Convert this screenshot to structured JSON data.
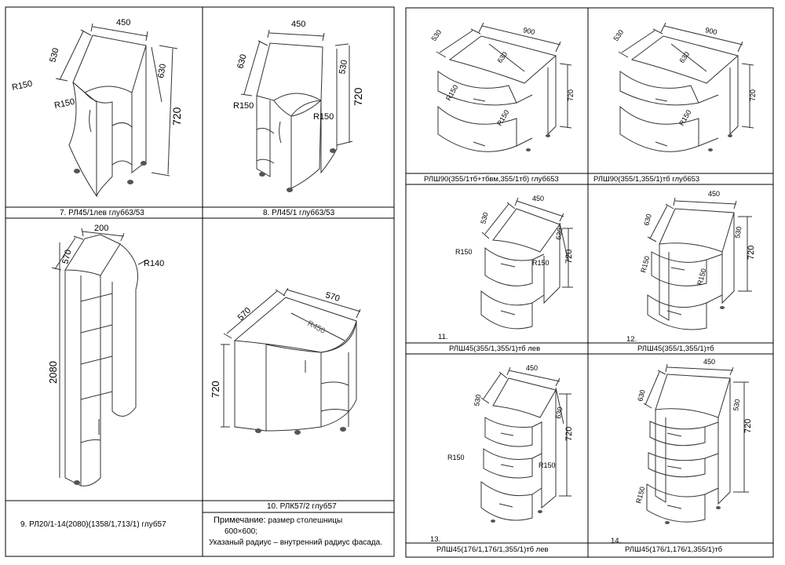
{
  "left_sheet": {
    "cells": [
      {
        "id": "c7",
        "dims": [
          "450",
          "530",
          "630",
          "720",
          "R150",
          "R150"
        ],
        "caption": "7.   РЛ45/1лев глуб63/53"
      },
      {
        "id": "c8",
        "dims": [
          "450",
          "630",
          "530",
          "720",
          "R150",
          "R150"
        ],
        "caption": "8.   РЛ45/1 глуб63/53"
      },
      {
        "id": "c9",
        "dims": [
          "200",
          "570",
          "R140",
          "2080"
        ],
        "caption": "9.   РЛ20/1-14(2080)(1358/1,713/1) глуб57"
      },
      {
        "id": "c10",
        "dims": [
          "570",
          "570",
          "R450",
          "720"
        ],
        "caption": "10. РЛК57/2 глуб57"
      }
    ],
    "note": {
      "label": "Примечание:",
      "line1": " размер столешницы",
      "line2": "600×600;",
      "line3": "Указаный радиус – внутренний радиус фасада."
    }
  },
  "right_sheet": {
    "cells": [
      {
        "id": "r1",
        "dims": [
          "900",
          "530",
          "630",
          "720",
          "R150",
          "R150"
        ],
        "caption": "РЛШ90(355/1тб+тбвм,355/1тб) глуб653"
      },
      {
        "id": "r2",
        "dims": [
          "900",
          "530",
          "630",
          "720",
          "R150"
        ],
        "caption": "РЛШ90(355/1,355/1)тб глуб653"
      },
      {
        "id": "r3",
        "num": "11.",
        "dims": [
          "450",
          "530",
          "630",
          "720",
          "R150",
          "R150"
        ],
        "caption": "РЛШ45(355/1,355/1)тб лев"
      },
      {
        "id": "r4",
        "num": "12.",
        "dims": [
          "450",
          "630",
          "530",
          "720",
          "R150",
          "R150"
        ],
        "caption": "РЛШ45(355/1,355/1)тб"
      },
      {
        "id": "r5",
        "num": "13.",
        "dims": [
          "450",
          "530",
          "630",
          "720",
          "R150",
          "R150"
        ],
        "caption": "РЛШ45(176/1,176/1,355/1)тб лев"
      },
      {
        "id": "r6",
        "num": "14.",
        "dims": [
          "450",
          "630",
          "530",
          "720",
          "R150"
        ],
        "caption": "РЛШ45(176/1,176/1,355/1)тб"
      }
    ]
  }
}
